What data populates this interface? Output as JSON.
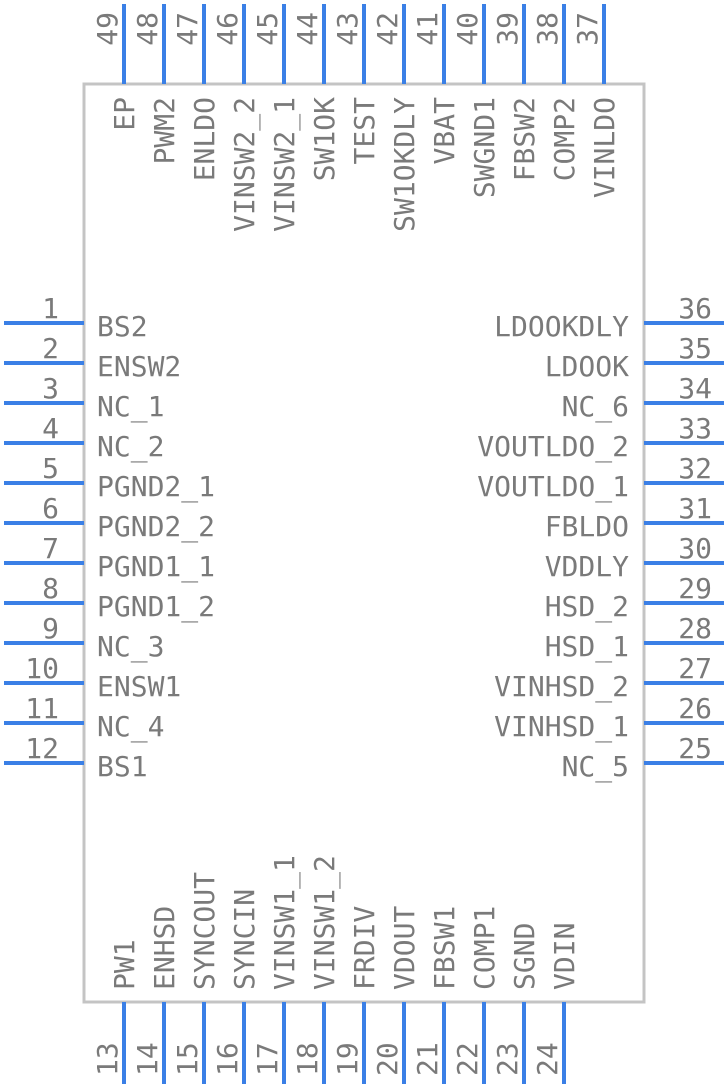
{
  "colors": {
    "pin_line": "#3a7fe6",
    "body_stroke": "#c4c4c4",
    "number_text": "#7a7a7a",
    "label_text": "#7a7a7a"
  },
  "pins": {
    "left": [
      {
        "number": "1",
        "label": "BS2"
      },
      {
        "number": "2",
        "label": "ENSW2"
      },
      {
        "number": "3",
        "label": "NC_1"
      },
      {
        "number": "4",
        "label": "NC_2"
      },
      {
        "number": "5",
        "label": "PGND2_1"
      },
      {
        "number": "6",
        "label": "PGND2_2"
      },
      {
        "number": "7",
        "label": "PGND1_1"
      },
      {
        "number": "8",
        "label": "PGND1_2"
      },
      {
        "number": "9",
        "label": "NC_3"
      },
      {
        "number": "10",
        "label": "ENSW1"
      },
      {
        "number": "11",
        "label": "NC_4"
      },
      {
        "number": "12",
        "label": "BS1"
      }
    ],
    "bottom": [
      {
        "number": "13",
        "label": "PW1"
      },
      {
        "number": "14",
        "label": "ENHSD"
      },
      {
        "number": "15",
        "label": "SYNCOUT"
      },
      {
        "number": "16",
        "label": "SYNCIN"
      },
      {
        "number": "17",
        "label": "VINSW1_1"
      },
      {
        "number": "18",
        "label": "VINSW1_2"
      },
      {
        "number": "19",
        "label": "FRDIV"
      },
      {
        "number": "20",
        "label": "VDOUT"
      },
      {
        "number": "21",
        "label": "FBSW1"
      },
      {
        "number": "22",
        "label": "COMP1"
      },
      {
        "number": "23",
        "label": "SGND"
      },
      {
        "number": "24",
        "label": "VDIN"
      }
    ],
    "right": [
      {
        "number": "25",
        "label": "NC_5"
      },
      {
        "number": "26",
        "label": "VINHSD_1"
      },
      {
        "number": "27",
        "label": "VINHSD_2"
      },
      {
        "number": "28",
        "label": "HSD_1"
      },
      {
        "number": "29",
        "label": "HSD_2"
      },
      {
        "number": "30",
        "label": "VDDLY"
      },
      {
        "number": "31",
        "label": "FBLDO"
      },
      {
        "number": "32",
        "label": "VOUTLDO_1"
      },
      {
        "number": "33",
        "label": "VOUTLDO_2"
      },
      {
        "number": "34",
        "label": "NC_6"
      },
      {
        "number": "35",
        "label": "LDOOK"
      },
      {
        "number": "36",
        "label": "LDOOKDLY"
      }
    ],
    "top": [
      {
        "number": "37",
        "label": "VINLDO"
      },
      {
        "number": "38",
        "label": "COMP2"
      },
      {
        "number": "39",
        "label": "FBSW2"
      },
      {
        "number": "40",
        "label": "SWGND1"
      },
      {
        "number": "41",
        "label": "VBAT"
      },
      {
        "number": "42",
        "label": "SW1OKDLY"
      },
      {
        "number": "43",
        "label": "TEST"
      },
      {
        "number": "44",
        "label": "SW1OK"
      },
      {
        "number": "45",
        "label": "VINSW2_1"
      },
      {
        "number": "46",
        "label": "VINSW2_2"
      },
      {
        "number": "47",
        "label": "ENLDO"
      },
      {
        "number": "48",
        "label": "PWM2"
      },
      {
        "number": "49",
        "label": "EP"
      }
    ]
  }
}
